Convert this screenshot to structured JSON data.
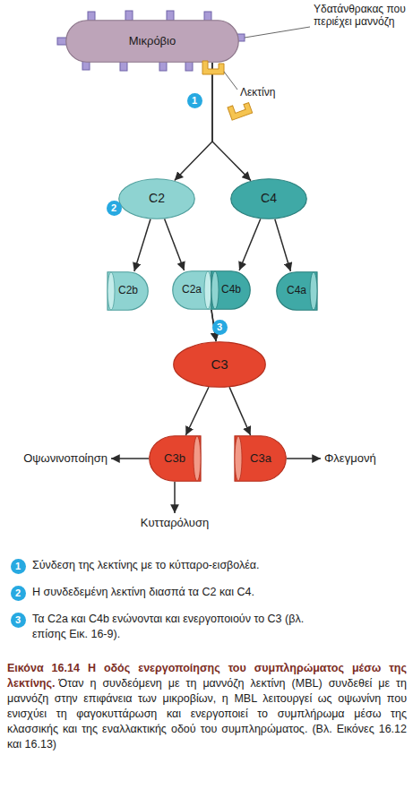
{
  "diagram": {
    "caption": "Εικόνα 16.14 Η οδός ενεργοποίησης του συμπληρώματος μέσω της λεκτίνης.",
    "nodes": [
      {
        "text": [
          "Μικρόβιο"
        ]
      },
      {
        "text": [
          "C2"
        ]
      },
      {
        "text": [
          "C4"
        ]
      },
      {
        "text": [
          "C2b"
        ]
      },
      {
        "text": [
          "C2a"
        ]
      },
      {
        "text": [
          "C4b"
        ]
      },
      {
        "text": [
          "C4a"
        ]
      },
      {
        "text": [
          "C3"
        ]
      },
      {
        "text": [
          "C3b"
        ]
      },
      {
        "text": [
          "C3a"
        ]
      }
    ],
    "edges": [
      {
        "from": 0,
        "to": 1,
        "arrow": "to"
      },
      {
        "from": 0,
        "to": 2,
        "arrow": "to"
      },
      {
        "from": 1,
        "to": 3,
        "arrow": "to"
      },
      {
        "from": 1,
        "to": 4,
        "arrow": "to"
      },
      {
        "from": 2,
        "to": 5,
        "arrow": "to"
      },
      {
        "from": 2,
        "to": 6,
        "arrow": "to"
      },
      {
        "from": 4,
        "to": 7,
        "arrow": "to"
      },
      {
        "from": 5,
        "to": 7,
        "arrow": "to"
      },
      {
        "from": 7,
        "to": 8,
        "arrow": "to"
      },
      {
        "from": 7,
        "to": 9,
        "arrow": "to"
      }
    ],
    "labels": [
      "Υδατάνθρακας που περιέχει μαννόζη",
      "Λεκτίνη",
      "1",
      "2",
      "3",
      "Οψωνινοποίηση",
      "Φλεγμονή",
      "Κυτταρόλυση",
      "1",
      "2",
      "3",
      "Όταν η συνδεόμενη με τη μαννόζη λεκτίνη (MBL) συνδεθεί με τη μαννόζη στην επιφάνεια των μικροβίων, η MBL λειτουργεί ως οψωνίνη που ενισχύει τη φαγοκυττάρωση και ενεργοποιεί το συμπλήρωμα μέσω της κλασσικής και της εναλλακτικής οδού του συμπληρώματος. (Βλ. Εικόνες 16.12 και 16.13)"
    ],
    "legend": [
      {
        "text": "Σύνδεση της λεκτίνης με το κύτταρο-εισβολέα."
      },
      {
        "text": "Η συνδεδεμένη λεκτίνη διασπά τα C2 και C4."
      },
      {
        "text": "Τα C2a και C4b ενώνονται και ενεργοποιούν το C3 (βλ. επίσης Εικ. 16-9)."
      }
    ]
  }
}
